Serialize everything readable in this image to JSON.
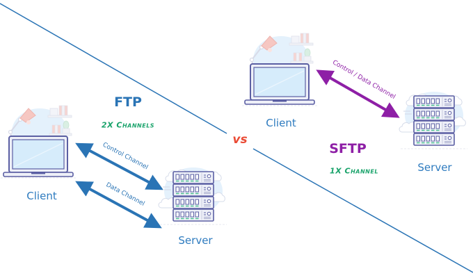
{
  "colors": {
    "divider": "#2a74b5",
    "ftp_accent": "#2a74b5",
    "sftp_accent": "#8e1fa6",
    "channel_green": "#1aa36b",
    "vs_red": "#ea4b35",
    "label_blue": "#2e7bbf",
    "device_outline": "#5b5fa3",
    "screen_fill": "#d6ecfb",
    "blob_fill": "#e4f1fc",
    "lamp_pink": "#f6c7c2",
    "led_green": "#4dc391"
  },
  "divider_label": "VS",
  "ftp": {
    "title": "FTP",
    "channels_label": "2X Channels",
    "client_label": "Client",
    "server_label": "Server",
    "links": [
      {
        "label": "Control Channel",
        "direction": "bidirectional"
      },
      {
        "label": "Data Channel",
        "direction": "bidirectional"
      }
    ]
  },
  "sftp": {
    "title": "SFTP",
    "channels_label": "1X Channel",
    "client_label": "Client",
    "server_label": "Server",
    "links": [
      {
        "label": "Control / Data Channel",
        "direction": "bidirectional"
      }
    ]
  },
  "icons": {
    "client": "laptop-desk-icon",
    "server": "server-rack-icon"
  }
}
